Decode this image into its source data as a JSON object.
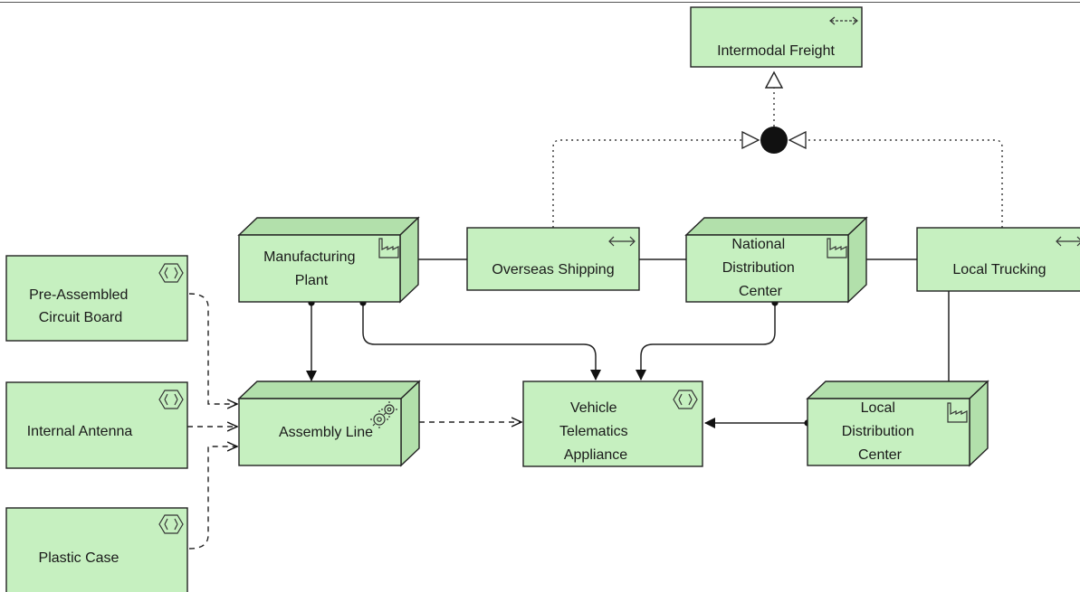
{
  "diagram": {
    "nodes": [
      {
        "id": "intermodal",
        "type": "service",
        "label": [
          "Intermodal Freight"
        ],
        "icon": "bidirectional-arrow-icon"
      },
      {
        "id": "mfg",
        "type": "facility",
        "label": [
          "Manufacturing",
          "Plant"
        ],
        "icon": "factory-icon"
      },
      {
        "id": "overseas",
        "type": "service",
        "label": [
          "Overseas Shipping"
        ],
        "icon": "bidirectional-arrow-icon"
      },
      {
        "id": "national",
        "type": "facility",
        "label": [
          "National",
          "Distribution",
          "Center"
        ],
        "icon": "factory-icon"
      },
      {
        "id": "localtruck",
        "type": "service",
        "label": [
          "Local Trucking"
        ],
        "icon": "bidirectional-arrow-icon"
      },
      {
        "id": "preassembled",
        "type": "material",
        "label": [
          "Pre-Assembled",
          "Circuit Board"
        ],
        "icon": "hexagon-icon"
      },
      {
        "id": "antenna",
        "type": "material",
        "label": [
          "Internal Antenna"
        ],
        "icon": "hexagon-icon"
      },
      {
        "id": "assembly",
        "type": "equipment",
        "label": [
          "Assembly Line"
        ],
        "icon": "gears-icon"
      },
      {
        "id": "vehicle",
        "type": "material",
        "label": [
          "Vehicle",
          "Telematics",
          "Appliance"
        ],
        "icon": "hexagon-icon"
      },
      {
        "id": "localdist",
        "type": "facility",
        "label": [
          "Local",
          "Distribution",
          "Center"
        ],
        "icon": "factory-icon"
      },
      {
        "id": "plastic",
        "type": "material",
        "label": [
          "Plastic Case"
        ],
        "icon": "hexagon-icon"
      }
    ],
    "edges": [
      {
        "from": "mfg",
        "to": "overseas",
        "kind": "association"
      },
      {
        "from": "overseas",
        "to": "national",
        "kind": "association"
      },
      {
        "from": "national",
        "to": "localtruck",
        "kind": "association"
      },
      {
        "from": "localtruck",
        "to": "localdist",
        "kind": "association"
      },
      {
        "from": "overseas",
        "to": "intermodal",
        "kind": "realization-via-junction"
      },
      {
        "from": "localtruck",
        "to": "intermodal",
        "kind": "realization-via-junction"
      },
      {
        "from": "mfg",
        "to": "assembly",
        "kind": "serving"
      },
      {
        "from": "mfg",
        "to": "vehicle",
        "kind": "serving"
      },
      {
        "from": "national",
        "to": "vehicle",
        "kind": "serving"
      },
      {
        "from": "localdist",
        "to": "vehicle",
        "kind": "serving"
      },
      {
        "from": "preassembled",
        "to": "assembly",
        "kind": "flow"
      },
      {
        "from": "antenna",
        "to": "assembly",
        "kind": "flow"
      },
      {
        "from": "plastic",
        "to": "assembly",
        "kind": "flow"
      },
      {
        "from": "assembly",
        "to": "vehicle",
        "kind": "flow"
      }
    ]
  }
}
